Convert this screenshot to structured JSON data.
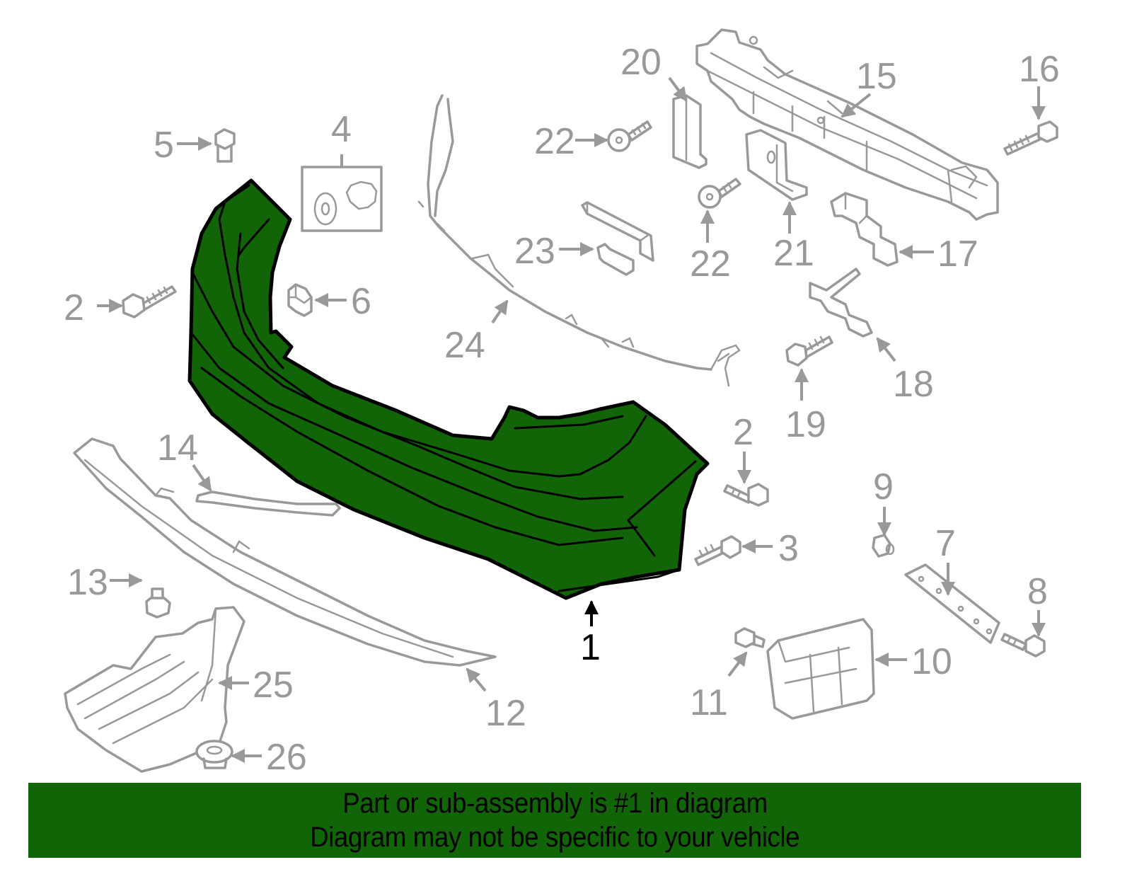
{
  "diagram": {
    "highlighted_part": {
      "number": "1",
      "description": "Rear bumper cover (highlighted green)",
      "color": "#126507"
    },
    "callouts": [
      {
        "id": "1",
        "label": "1"
      },
      {
        "id": "2a",
        "label": "2"
      },
      {
        "id": "2b",
        "label": "2"
      },
      {
        "id": "3",
        "label": "3"
      },
      {
        "id": "4",
        "label": "4"
      },
      {
        "id": "5",
        "label": "5"
      },
      {
        "id": "6",
        "label": "6"
      },
      {
        "id": "7",
        "label": "7"
      },
      {
        "id": "8",
        "label": "8"
      },
      {
        "id": "9",
        "label": "9"
      },
      {
        "id": "10",
        "label": "10"
      },
      {
        "id": "11",
        "label": "11"
      },
      {
        "id": "12",
        "label": "12"
      },
      {
        "id": "13",
        "label": "13"
      },
      {
        "id": "14",
        "label": "14"
      },
      {
        "id": "15",
        "label": "15"
      },
      {
        "id": "16",
        "label": "16"
      },
      {
        "id": "17",
        "label": "17"
      },
      {
        "id": "18",
        "label": "18"
      },
      {
        "id": "19",
        "label": "19"
      },
      {
        "id": "20",
        "label": "20"
      },
      {
        "id": "21",
        "label": "21"
      },
      {
        "id": "22a",
        "label": "22"
      },
      {
        "id": "22b",
        "label": "22"
      },
      {
        "id": "23",
        "label": "23"
      },
      {
        "id": "24",
        "label": "24"
      },
      {
        "id": "25",
        "label": "25"
      },
      {
        "id": "26",
        "label": "26"
      }
    ],
    "line_color": "#999999"
  },
  "banner": {
    "line1": "Part or sub-assembly is #1 in diagram",
    "line2": "Diagram may not be specific to your vehicle",
    "background": "#126507"
  }
}
